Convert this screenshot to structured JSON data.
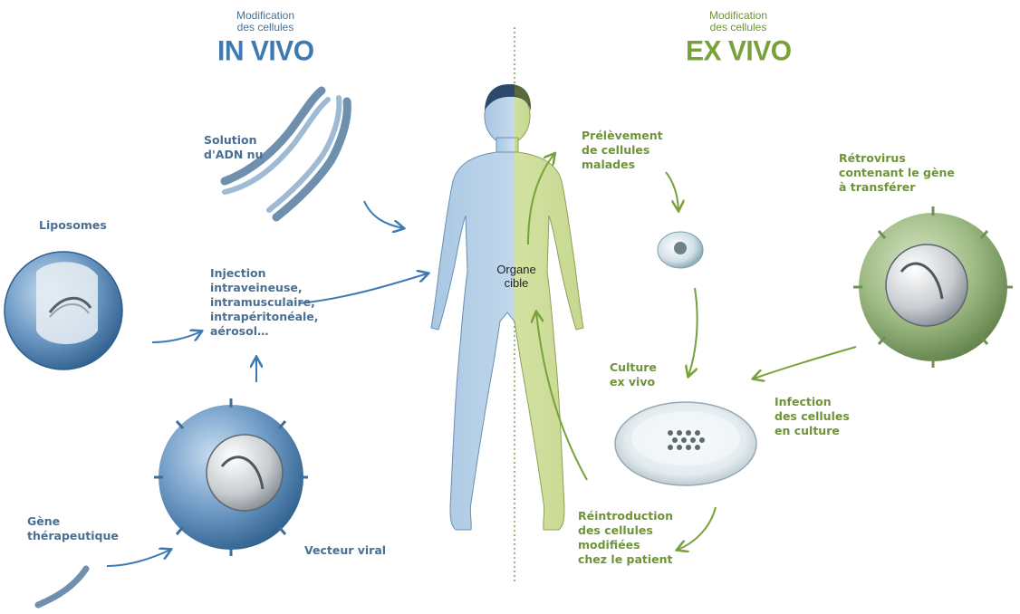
{
  "in_vivo": {
    "subtitle": "Modification\ndes cellules",
    "title": "IN VIVO",
    "labels": {
      "dna": "Solution\nd'ADN nu",
      "liposomes": "Liposomes",
      "injection": "Injection\nintraveineuse,\nintramusculaire,\nintrapéritonéale,\naérosol…",
      "vector": "Vecteur viral",
      "gene": "Gène\nthérapeutique"
    }
  },
  "ex_vivo": {
    "subtitle": "Modification\ndes cellules",
    "title": "EX VIVO",
    "labels": {
      "sampling": "Prélèvement\nde cellules\nmalades",
      "retrovirus": "Rétrovirus\ncontenant le gène\nà transférer",
      "culture": "Culture\nex vivo",
      "infection": "Infection\ndes cellules\nen culture",
      "reintro": "Réintroduction\ndes cellules\nmodifiées\nchez le patient"
    }
  },
  "center": {
    "organ_label": "Organe\ncible"
  },
  "colors": {
    "blue": "#3d7ab3",
    "blue_text": "#4a6f92",
    "green": "#79a13a",
    "green_text": "#6e9438"
  }
}
